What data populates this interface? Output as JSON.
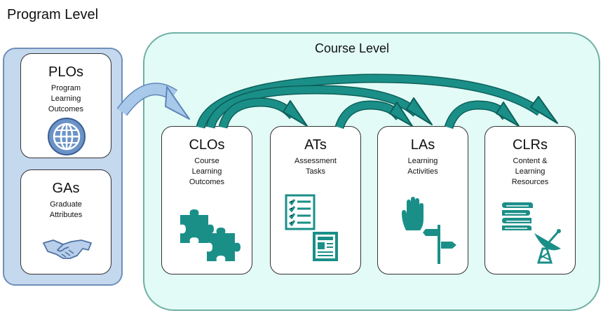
{
  "program": {
    "title": "Program Level"
  },
  "course": {
    "title": "Course Level"
  },
  "cards": {
    "plos": {
      "title": "PLOs",
      "sub": [
        "Program",
        "Learning",
        "Outcomes"
      ],
      "icon": "globe-icon"
    },
    "gas": {
      "title": "GAs",
      "sub": [
        "Graduate",
        "Attributes"
      ],
      "icon": "handshake-icon"
    },
    "clos": {
      "title": "CLOs",
      "sub": [
        "Course",
        "Learning",
        "Outcomes"
      ],
      "icon": "puzzle-icon"
    },
    "ats": {
      "title": "ATs",
      "sub": [
        "Assessment",
        "Tasks"
      ],
      "icon": "checklist-icon"
    },
    "las": {
      "title": "LAs",
      "sub": [
        "Learning",
        "Activities"
      ],
      "icon": "hand-signpost-icon"
    },
    "clrs": {
      "title": "CLRs",
      "sub": [
        "Content &",
        "Learning",
        "Resources"
      ],
      "icon": "books-satellite-icon"
    }
  },
  "colors": {
    "teal": "#1a8f88",
    "program_bg": "#c4d8ee",
    "course_bg": "#e2fbf6",
    "arrow_blue": "#9dc2e8"
  }
}
